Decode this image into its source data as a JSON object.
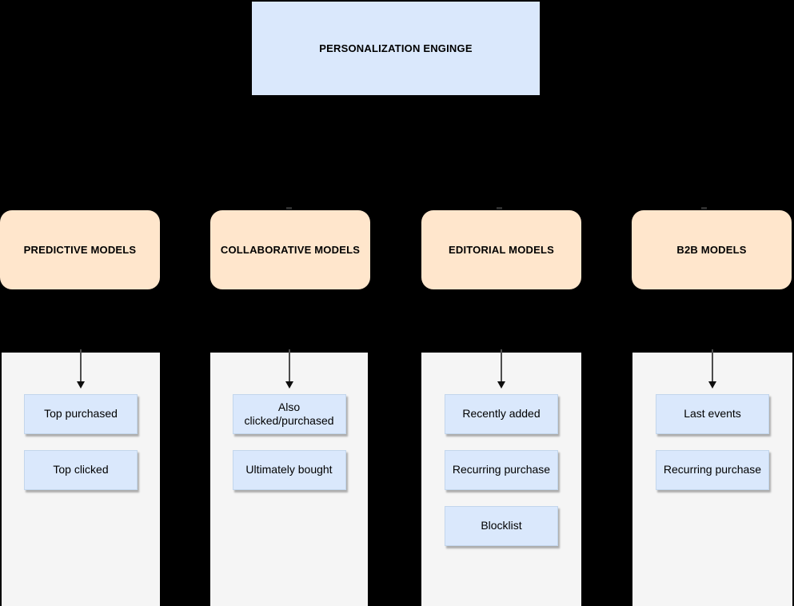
{
  "title": {
    "label": "PERSONALIZATION ENGINGE"
  },
  "colors": {
    "background": "#000000",
    "blue": "#dae8fc",
    "orange": "#ffe6cc",
    "panel": "#f5f5f5",
    "line": "#4d4d4d"
  },
  "columns": [
    {
      "header": "PREDICTIVE MODELS",
      "items": [
        {
          "label": "Top purchased"
        },
        {
          "label": "Top clicked"
        }
      ]
    },
    {
      "header": "COLLABORATIVE MODELS",
      "items": [
        {
          "label": "Also clicked/purchased"
        },
        {
          "label": "Ultimately bought"
        }
      ]
    },
    {
      "header": "EDITORIAL MODELS",
      "items": [
        {
          "label": "Recently added"
        },
        {
          "label": "Recurring purchase"
        },
        {
          "label": "Blocklist"
        }
      ]
    },
    {
      "header": "B2B MODELS",
      "items": [
        {
          "label": "Last events"
        },
        {
          "label": "Recurring purchase"
        }
      ]
    }
  ]
}
